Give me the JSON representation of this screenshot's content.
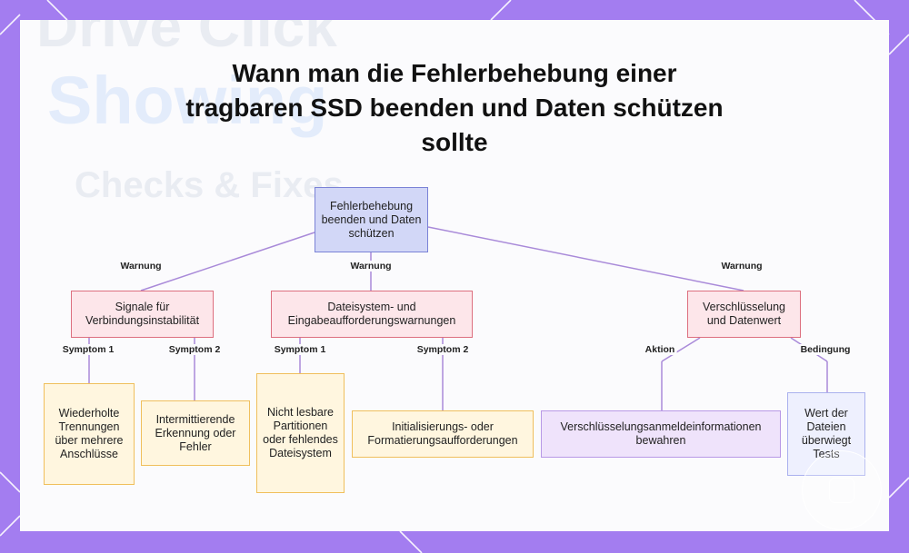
{
  "title": "Wann man die Fehlerbehebung einer tragbaren SSD beenden und Daten schützen sollte",
  "colors": {
    "frame": "#a37df0",
    "root_fill": "#d2d7f7",
    "root_border": "#7a82d6",
    "warning_fill": "#fde6ea",
    "warning_border": "#dd6f7f",
    "leaf_fill": "#fff6df",
    "leaf_border": "#f0bf5c",
    "action_fill": "#efe3fb",
    "action_border": "#b898e6",
    "condition_fill": "#eef0fe",
    "condition_border": "#aab1ee",
    "edge": "#a98ad9"
  },
  "background_text": {
    "line1": "Drive Click",
    "line2": "Showing",
    "line3": "Checks & Fixes"
  },
  "nodes": {
    "root": "Fehlerbehebung beenden und Daten schützen",
    "signals": "Signale für Verbindungsinstabilität",
    "filesystem": "Dateisystem- und Eingabeaufforderungswarnungen",
    "encryption": "Verschlüsselung und Datenwert",
    "disconnects": "Wiederholte Trennungen über mehrere Anschlüsse",
    "intermittent": "Intermittierende Erkennung oder Fehler",
    "unreadable": "Nicht lesbare Partitionen oder fehlendes Dateisystem",
    "init_prompts": "Initialisierungs- oder Formatierungsaufforderungen",
    "credentials": "Verschlüsselungsanmeldeinformationen bewahren",
    "value": "Wert der Dateien überwiegt Tests"
  },
  "edge_labels": {
    "warn1": "Warnung",
    "warn2": "Warnung",
    "warn3": "Warnung",
    "s1_sym1": "Symptom 1",
    "s1_sym2": "Symptom 2",
    "f_sym1": "Symptom 1",
    "f_sym2": "Symptom 2",
    "action": "Aktion",
    "condition": "Bedingung"
  }
}
